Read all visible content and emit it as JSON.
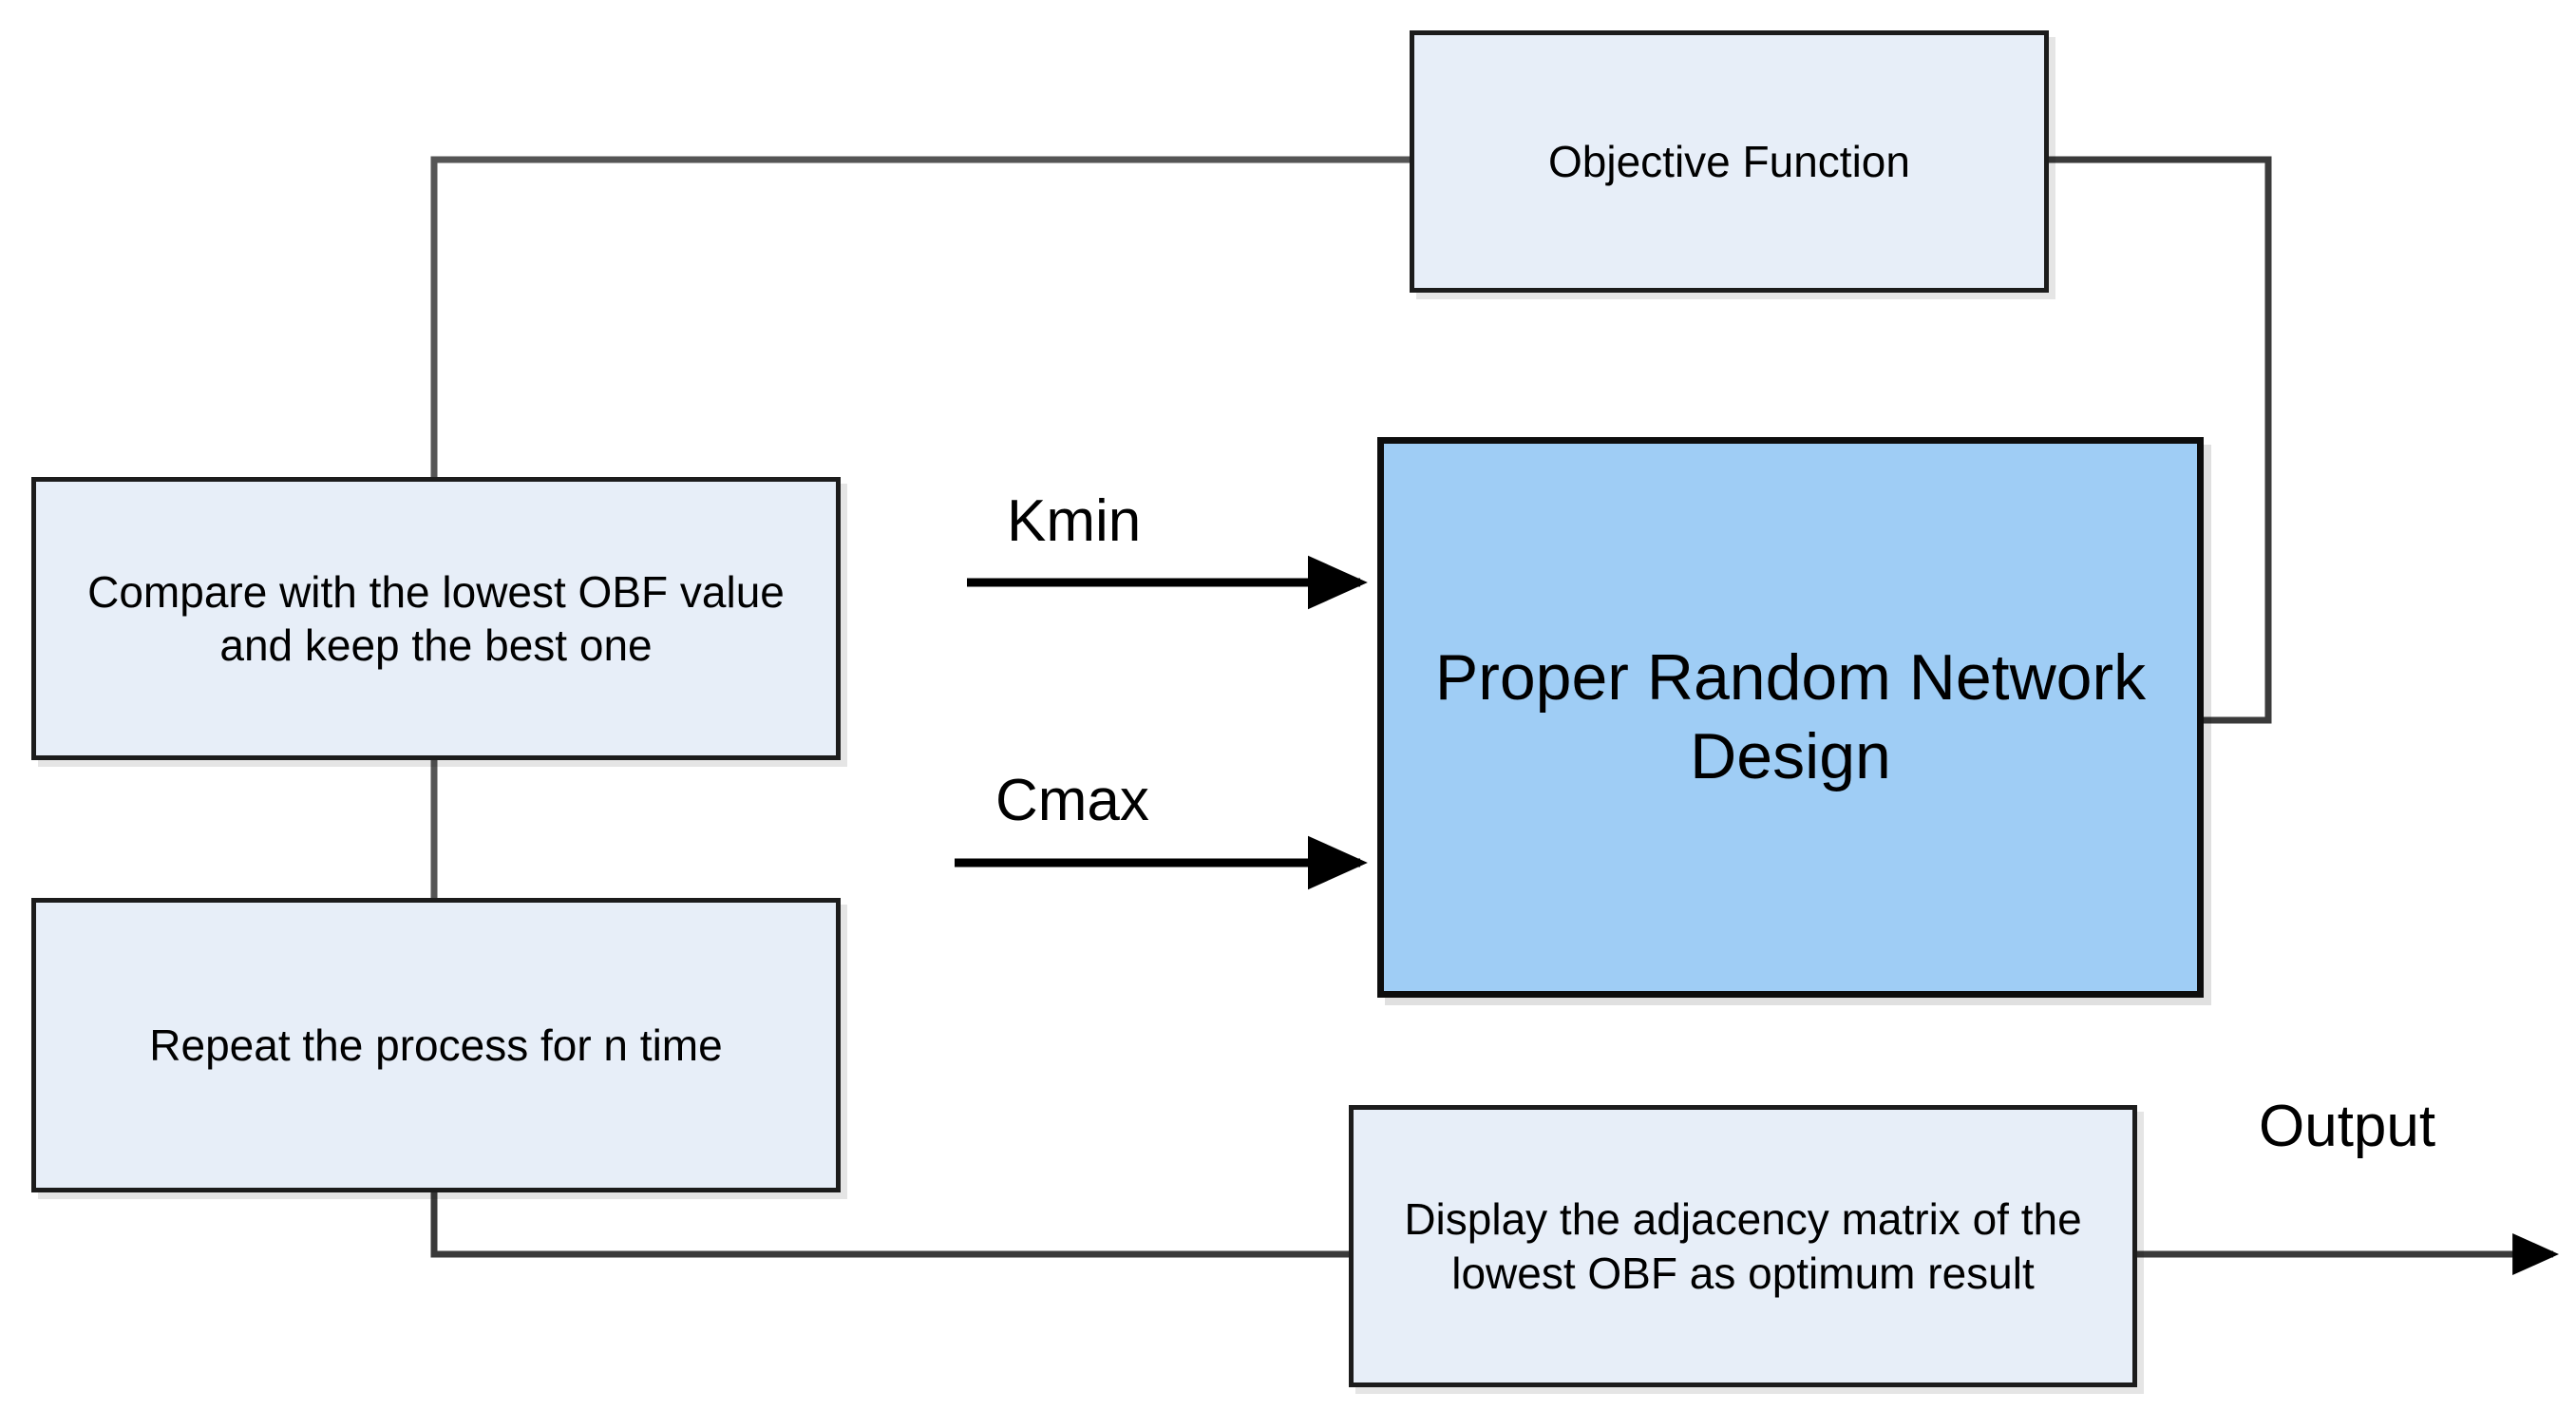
{
  "diagram": {
    "title": "Proper Random Network Design optimization loop",
    "type": "flowchart",
    "background_color": "#ffffff"
  },
  "colors": {
    "pale_box_fill": "#e7eef8",
    "pale_box_border": "#1c1c1c",
    "blue_box_fill": "#9fcdf5",
    "blue_box_border": "#0d0d0d",
    "connector": "#3a3a3a",
    "arrow": "#000000",
    "text": "#000000"
  },
  "nodes": {
    "objective": {
      "label": "Objective Function",
      "fill": "#e7eef8",
      "shape": "rectangle"
    },
    "compare": {
      "label": "Compare with the lowest OBF value and keep the best one",
      "fill": "#e7eef8",
      "shape": "rectangle"
    },
    "repeat": {
      "label": "Repeat the process for n time",
      "fill": "#e7eef8",
      "shape": "rectangle"
    },
    "prnd": {
      "label": "Proper Random Network Design",
      "fill": "#9fcdf5",
      "shape": "rectangle"
    },
    "display": {
      "label": "Display the adjacency matrix of the lowest OBF as optimum result",
      "fill": "#e7eef8",
      "shape": "rectangle"
    }
  },
  "edge_labels": {
    "kmin": "Kmin",
    "cmax": "Cmax",
    "output": "Output"
  },
  "edges": [
    {
      "from": "kmin-input",
      "to": "prnd",
      "label": "Kmin",
      "arrowhead": true
    },
    {
      "from": "cmax-input",
      "to": "prnd",
      "label": "Cmax",
      "arrowhead": true
    },
    {
      "from": "prnd",
      "to": "objective",
      "label": "",
      "arrowhead": false
    },
    {
      "from": "objective",
      "to": "compare",
      "label": "",
      "arrowhead": false
    },
    {
      "from": "compare",
      "to": "repeat",
      "label": "",
      "arrowhead": false
    },
    {
      "from": "repeat",
      "to": "display",
      "label": "",
      "arrowhead": false
    },
    {
      "from": "display",
      "to": "output",
      "label": "Output",
      "arrowhead": true
    }
  ]
}
